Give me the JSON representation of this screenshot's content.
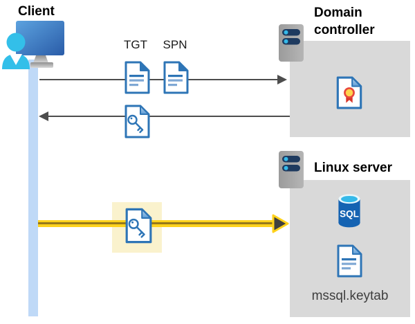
{
  "diagram": {
    "client": {
      "label": "Client"
    },
    "tickets": {
      "tgt": "TGT",
      "spn": "SPN"
    },
    "domain_controller": {
      "label": "Domain controller"
    },
    "linux_server": {
      "label": "Linux server",
      "sql_label": "SQL",
      "keytab_label": "mssql.keytab"
    }
  },
  "colors": {
    "doc_blue": "#2E75B6",
    "doc_line_light": "#7FA8D4",
    "lifeline_blue": "#BFD9F7",
    "box_gray": "#D9D9D9",
    "arrow_gray": "#4d4d4d",
    "highlight_yellow": "#FAF2CD",
    "arrow_yellow": "#FFD21C",
    "sql_body_blue": "#1563B2",
    "cyan_accent": "#35B9E9",
    "server_bar_navy": "#1E3A5F",
    "cert_ribbon_red": "#D7372B",
    "cert_seal_yellow": "#FFD34D"
  }
}
